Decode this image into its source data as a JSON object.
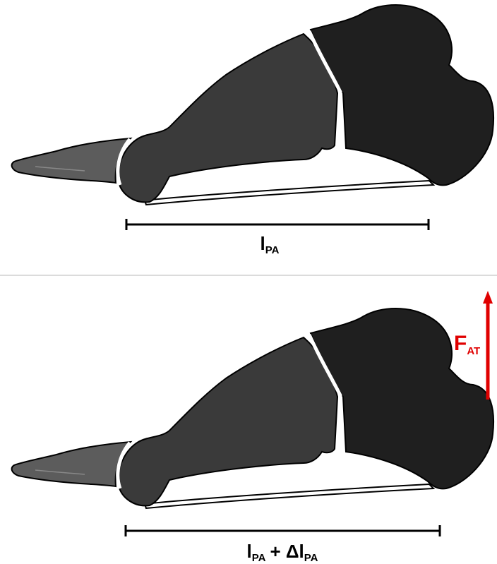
{
  "top_panel": {
    "length_label": {
      "main": "l",
      "sub": "PA"
    }
  },
  "bottom_panel": {
    "length_label": {
      "main1": "l",
      "sub1": "PA",
      "operator": "+ Δl",
      "sub2": "PA"
    },
    "force_label": {
      "main": "F",
      "sub": "AT"
    }
  },
  "colors": {
    "bone_dark": "#1f1f1f",
    "bone_mid": "#3a3a3a",
    "bone_light": "#5c5c5c",
    "outline": "#000000",
    "force_arrow": "#e00000"
  }
}
